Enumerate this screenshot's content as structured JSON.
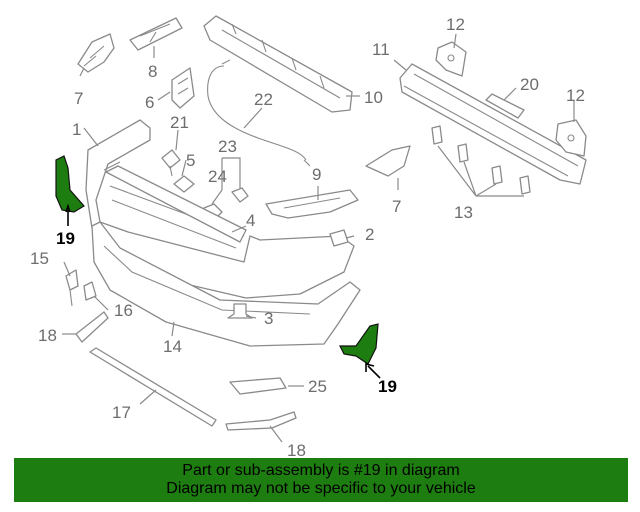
{
  "colors": {
    "highlight": "#1e7d10",
    "footer_bg": "#1e7d10",
    "lines": "#8a8a8a",
    "labels": "#6d6d6d"
  },
  "callouts": {
    "c1": "1",
    "c2": "2",
    "c3": "3",
    "c4": "4",
    "c5": "5",
    "c6": "6",
    "c7a": "7",
    "c7b": "7",
    "c8": "8",
    "c9": "9",
    "c10": "10",
    "c11": "11",
    "c12a": "12",
    "c12b": "12",
    "c13": "13",
    "c14": "14",
    "c15": "15",
    "c16": "16",
    "c17": "17",
    "c18a": "18",
    "c18b": "18",
    "c19a": "19",
    "c19b": "19",
    "c20": "20",
    "c21": "21",
    "c22": "22",
    "c23": "23",
    "c24": "24",
    "c25": "25"
  },
  "highlighted_part": "19",
  "footer": {
    "line1": "Part or sub-assembly is #19 in diagram",
    "line2": "Diagram may not be specific to your vehicle"
  }
}
